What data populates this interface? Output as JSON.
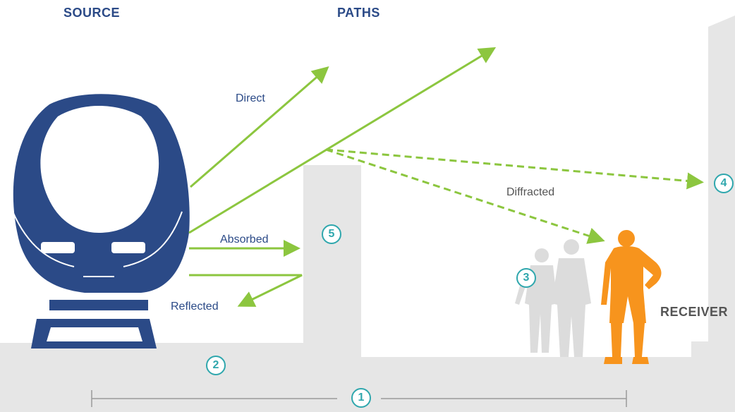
{
  "headings": {
    "source": "SOURCE",
    "paths": "PATHS",
    "receiver": "RECEIVER"
  },
  "path_labels": {
    "direct": "Direct",
    "absorbed": "Absorbed",
    "reflected": "Reflected",
    "diffracted": "Diffracted"
  },
  "markers": {
    "distance": "1",
    "ground": "2",
    "people": "3",
    "building": "4",
    "barrier": "5"
  },
  "colors": {
    "navy": "#2b4a87",
    "teal": "#2fa7ad",
    "green": "#8cc63f",
    "orange": "#f7941d",
    "ground": "#e6e6e6",
    "silhouette": "#dcdcdc",
    "dim_line": "#9a9a9a"
  }
}
